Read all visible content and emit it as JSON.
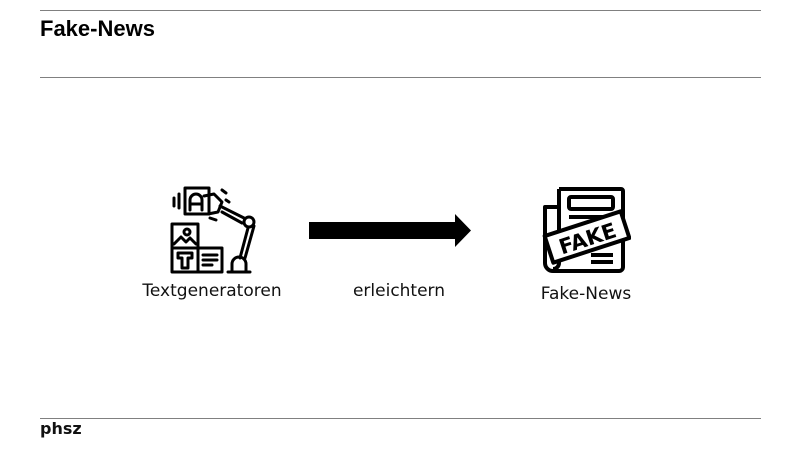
{
  "slide": {
    "title": "Fake-News",
    "footer": "phsz"
  },
  "diagram": {
    "nodes": [
      {
        "id": "source",
        "label": "Textgeneratoren",
        "icon": "robot-arm-content-generator-icon"
      },
      {
        "id": "target",
        "label": "Fake-News",
        "icon": "fake-newspaper-icon"
      }
    ],
    "edge": {
      "from": "source",
      "to": "target",
      "label": "erleichtern",
      "icon": "right-arrow-icon"
    }
  },
  "colors": {
    "rule": "#808080",
    "foreground": "#000000",
    "background": "#ffffff"
  }
}
